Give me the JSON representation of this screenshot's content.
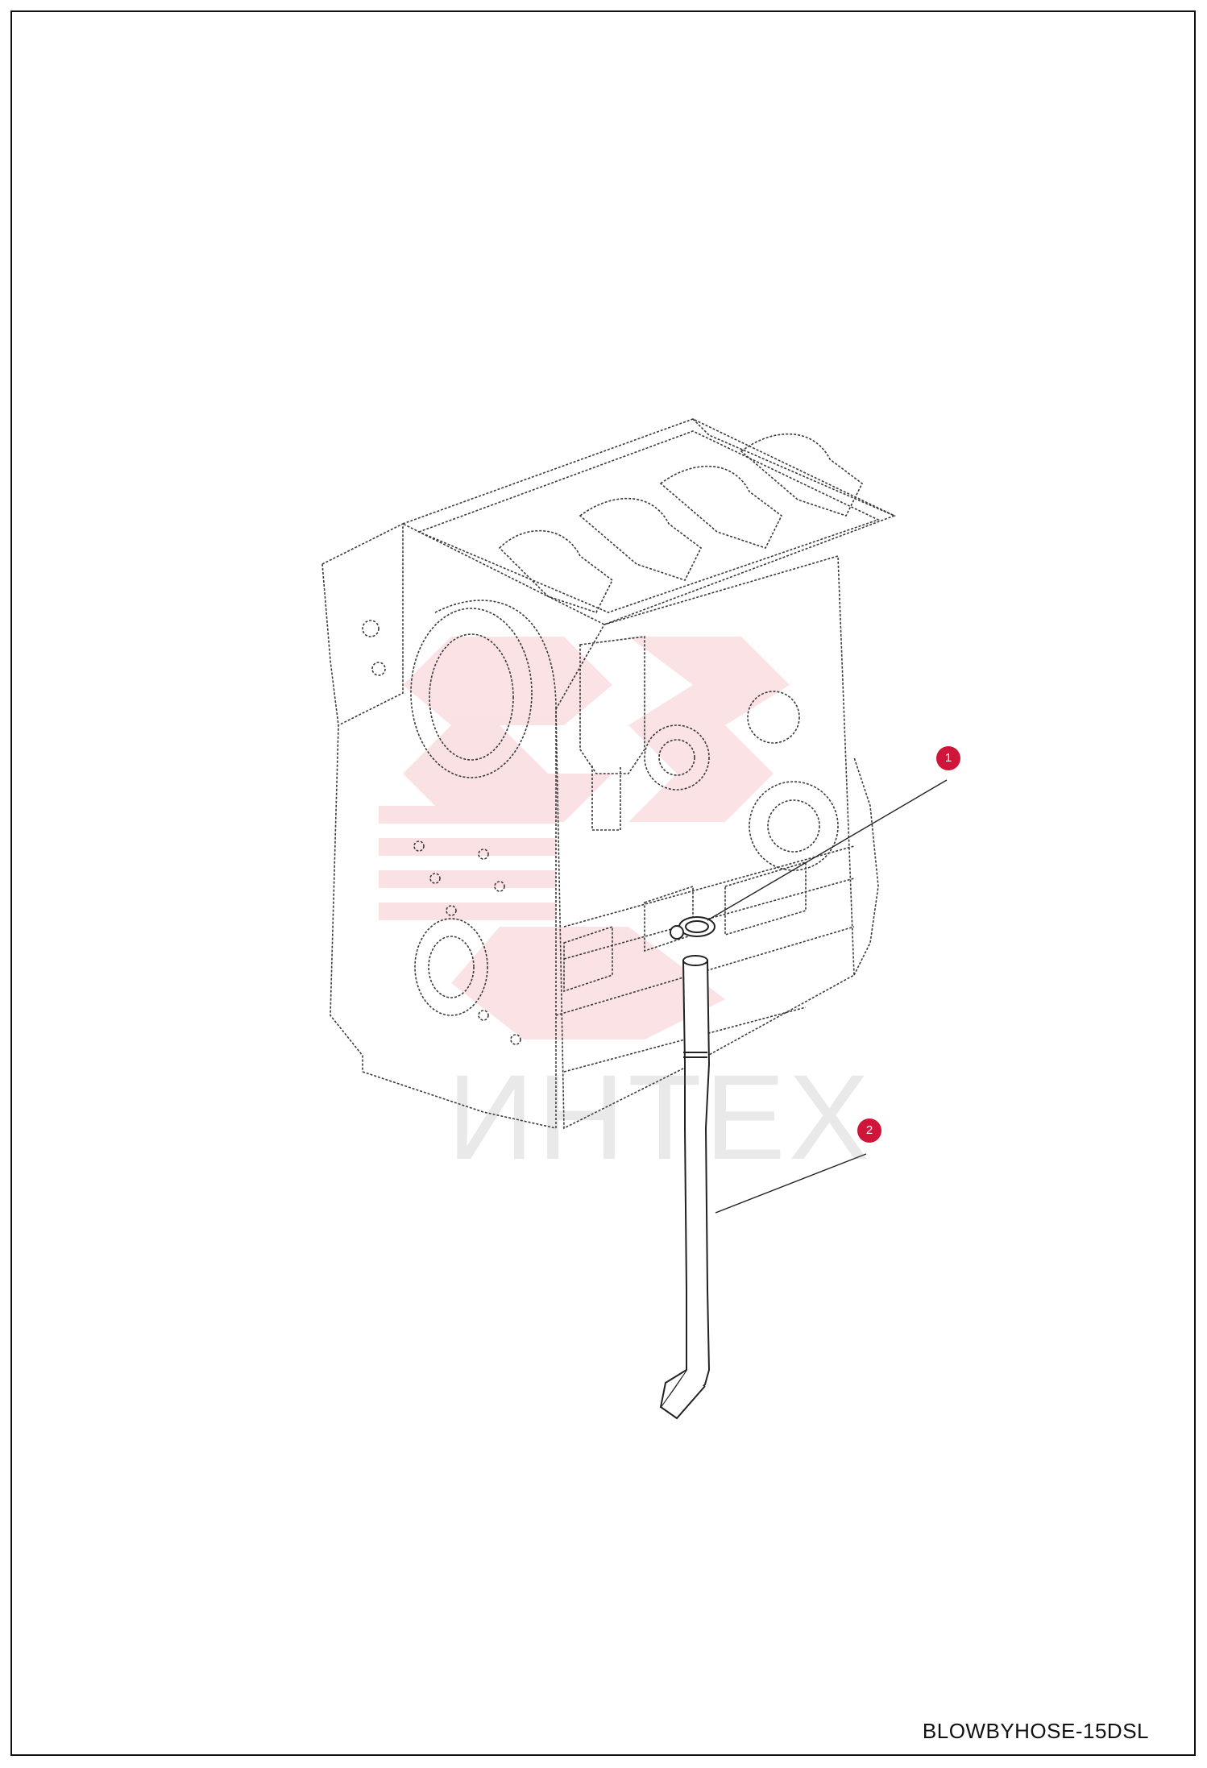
{
  "drawing": {
    "reference_code": "BLOWBYHOSE-15DSL",
    "watermark_text": "ИНТЕХ"
  },
  "callouts": [
    {
      "id": "1",
      "label": "1",
      "part": "hose clamp"
    },
    {
      "id": "2",
      "label": "2",
      "part": "blow-by hose"
    }
  ],
  "colors": {
    "callout_fill": "#d0153a",
    "line": "#222222",
    "watermark_red": "#e23a4a"
  }
}
